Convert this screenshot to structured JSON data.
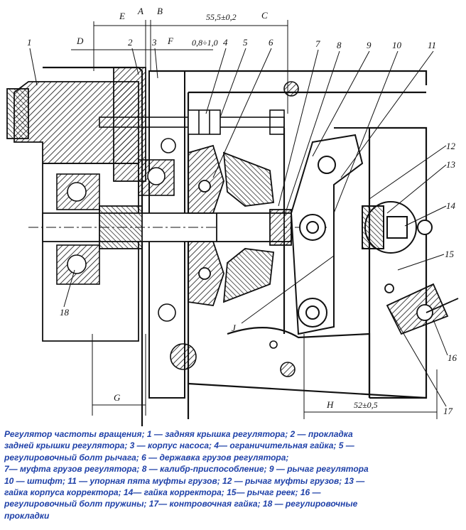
{
  "callouts": [
    "1",
    "2",
    "3",
    "4",
    "5",
    "6",
    "7",
    "8",
    "9",
    "10",
    "11",
    "12",
    "13",
    "14",
    "15",
    "16",
    "17",
    "18"
  ],
  "letters": [
    "A",
    "B",
    "C",
    "D",
    "E",
    "F",
    "G",
    "H",
    "J"
  ],
  "dimensions": {
    "c_value": "55,5±0,2",
    "f_value": "0,8÷1,0",
    "h_value": "52±0,5"
  },
  "caption": {
    "lines": [
      "Регулятор частоты вращения; 1 — задняя крышка регулятора; 2 — прокладка",
      "задней крышки регулятора; 3 — корпус насоса; 4— ограничительная гайка; 5 —",
      "регулировочный болт рычага; 6 — державка грузов регулятора;",
      "7— муфта грузов регулятора; 8 — калибр-приспособление; 9 — рычаг регулятора",
      "10 — штифт; 11 — упорная пята муфты грузов; 12 — рычаг муфты грузов; 13 —",
      "гайка корпуса корректора; 14— гайка корректора; 15— рычаг реек; 16 —",
      "регулировочный болт пружины; 17— контровочная гайка; 18 — регулировочные",
      "прокладки"
    ]
  },
  "colors": {
    "ink": "#111111",
    "caption": "#1e40a8"
  }
}
